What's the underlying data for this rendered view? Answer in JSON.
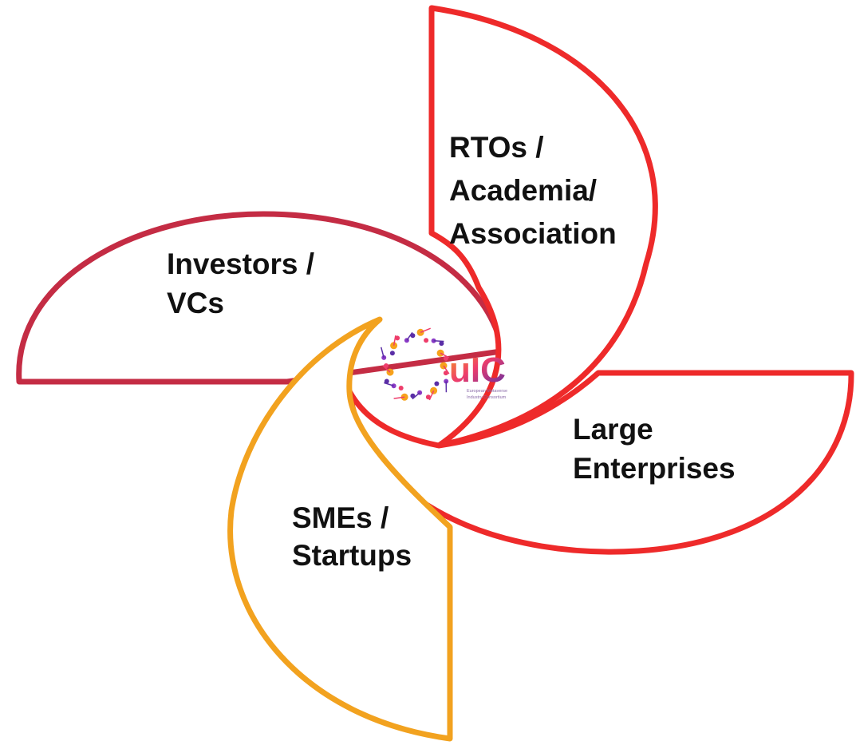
{
  "segments": [
    {
      "id": "rtos",
      "lines": [
        "RTOs /",
        "Academia/",
        "Association"
      ],
      "color": "#ee2a2a"
    },
    {
      "id": "large",
      "lines": [
        "Large",
        "Enterprises"
      ],
      "color": "#ee2a2a"
    },
    {
      "id": "smes",
      "lines": [
        "SMEs /",
        "Startups"
      ],
      "color": "#f2a21f"
    },
    {
      "id": "investors",
      "lines": [
        "Investors /",
        "VCs"
      ],
      "color": "#c42c44"
    }
  ],
  "logo": {
    "letters": "uIC",
    "subtitle": [
      "European Metaverse",
      "Industry Consortium"
    ],
    "colors": [
      "#f7a21b",
      "#ee3d6b",
      "#8a3bc6",
      "#5a2ea6"
    ]
  }
}
